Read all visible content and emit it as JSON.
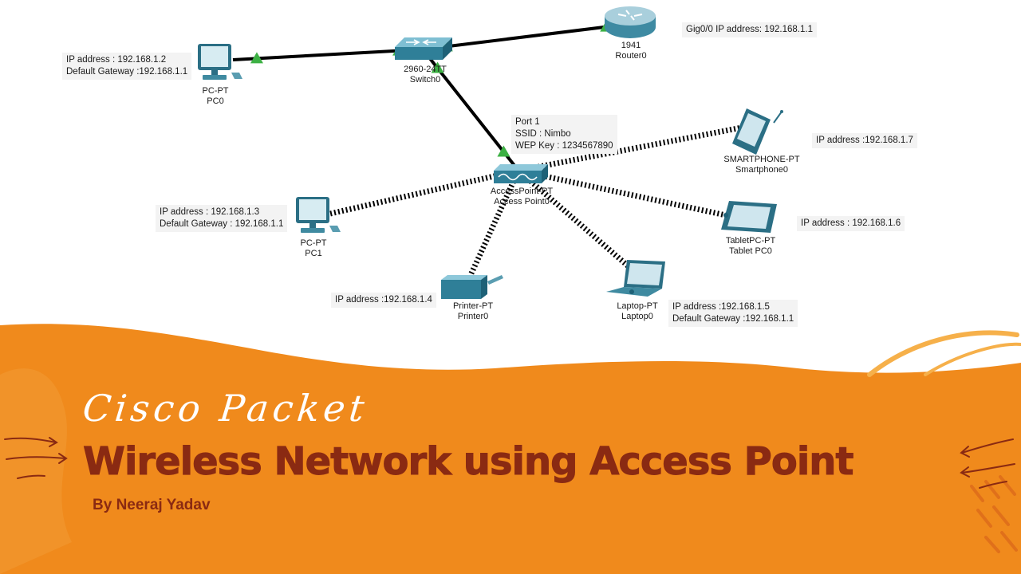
{
  "banner": {
    "script_text": "Cisco Packet",
    "title": "Wireless Network using Access Point",
    "author": "By Neeraj Yadav",
    "colors": {
      "orange": "#f08a1c",
      "title": "#8a2a12",
      "script": "#ffffff"
    }
  },
  "devices": {
    "pc0": {
      "model": "PC-PT",
      "name": "PC0",
      "icon": "pc-icon"
    },
    "switch0": {
      "model": "2960-24TT",
      "name": "Switch0",
      "icon": "switch-icon"
    },
    "router0": {
      "model": "1941",
      "name": "Router0",
      "icon": "router-icon"
    },
    "ap0": {
      "model": "AccessPoint-PT",
      "name": "Access Point0",
      "icon": "access-point-icon"
    },
    "pc1": {
      "model": "PC-PT",
      "name": "PC1",
      "icon": "pc-icon"
    },
    "printer0": {
      "model": "Printer-PT",
      "name": "Printer0",
      "icon": "printer-icon"
    },
    "laptop0": {
      "model": "Laptop-PT",
      "name": "Laptop0",
      "icon": "laptop-icon"
    },
    "tablet0": {
      "model": "TabletPC-PT",
      "name": "Tablet PC0",
      "icon": "tablet-icon"
    },
    "smartphone0": {
      "model": "SMARTPHONE-PT",
      "name": "Smartphone0",
      "icon": "smartphone-icon"
    }
  },
  "annotations": {
    "pc0": [
      "IP address : 192.168.1.2",
      "Default Gateway :192.168.1.1"
    ],
    "router0": [
      "Gig0/0 IP address: 192.168.1.1"
    ],
    "ap0": [
      "Port 1",
      "SSID : Nimbo",
      "WEP Key : 1234567890"
    ],
    "smartphone0": [
      "IP address :192.168.1.7"
    ],
    "pc1": [
      "IP address : 192.168.1.3",
      "Default Gateway : 192.168.1.1"
    ],
    "tablet0": [
      "IP address : 192.168.1.6"
    ],
    "printer0": [
      "IP address :192.168.1.4"
    ],
    "laptop0": [
      "IP address :192.168.1.5",
      "Default Gateway :192.168.1.1"
    ]
  },
  "links": {
    "wired": [
      [
        "pc0",
        "switch0"
      ],
      [
        "switch0",
        "router0"
      ],
      [
        "switch0",
        "ap0"
      ]
    ],
    "wireless": [
      [
        "ap0",
        "pc1"
      ],
      [
        "ap0",
        "printer0"
      ],
      [
        "ap0",
        "laptop0"
      ],
      [
        "ap0",
        "tablet0"
      ],
      [
        "ap0",
        "smartphone0"
      ]
    ],
    "colors": {
      "wired": "#000000",
      "port_up": "#3cb043"
    }
  }
}
